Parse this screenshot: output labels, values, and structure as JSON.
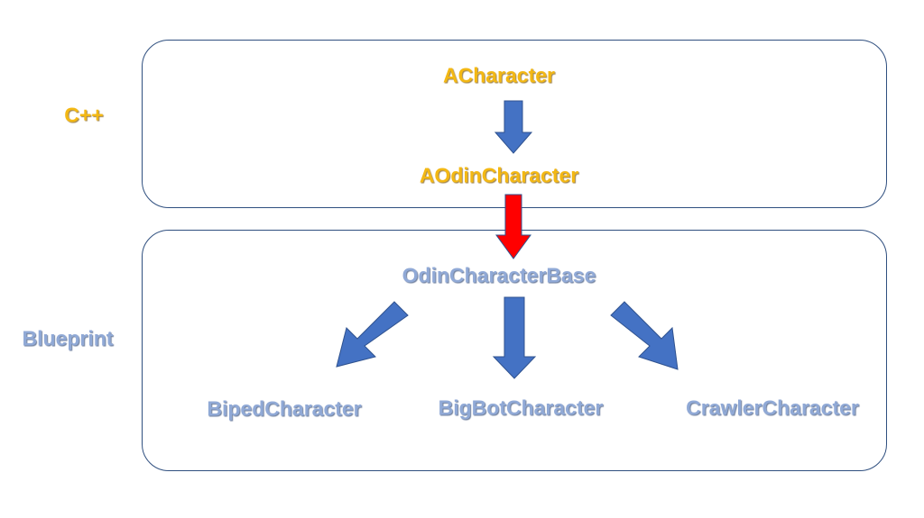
{
  "layers": {
    "cpp": "C++",
    "blueprint": "Blueprint"
  },
  "nodes": {
    "acharacter": "ACharacter",
    "aodincharacter": "AOdinCharacter",
    "odincharacterbase": "OdinCharacterBase",
    "bipedcharacter": "BipedCharacter",
    "bigbotcharacter": "BigBotCharacter",
    "crawlercharacter": "CrawlerCharacter"
  },
  "colors": {
    "cpp_text": "#f3b814",
    "blueprint_text": "#90a9d6",
    "arrow_blue": "#4472c4",
    "arrow_red": "#ff0000",
    "panel_border": "#2f4f7f"
  },
  "edges": [
    {
      "from": "ACharacter",
      "to": "AOdinCharacter",
      "color": "arrow_blue"
    },
    {
      "from": "AOdinCharacter",
      "to": "OdinCharacterBase",
      "color": "arrow_red"
    },
    {
      "from": "OdinCharacterBase",
      "to": "BipedCharacter",
      "color": "arrow_blue"
    },
    {
      "from": "OdinCharacterBase",
      "to": "BigBotCharacter",
      "color": "arrow_blue"
    },
    {
      "from": "OdinCharacterBase",
      "to": "CrawlerCharacter",
      "color": "arrow_blue"
    }
  ]
}
